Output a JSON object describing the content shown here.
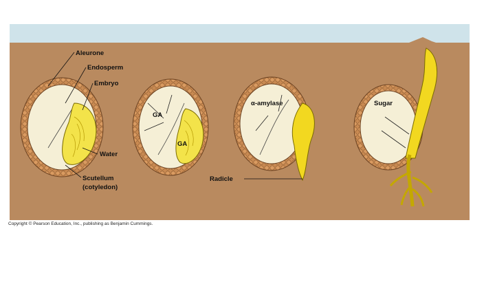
{
  "colors": {
    "sky": "#cfe3ea",
    "soil": "#b98a5f",
    "seed_coat": "#c98a52",
    "endosperm": "#f5efd6",
    "embryo": "#f3e34a",
    "root": "#f2d820"
  },
  "labels": {
    "aleurone": "Aleurone",
    "endosperm": "Endosperm",
    "embryo": "Embryo",
    "water": "Water",
    "scutellum_line1": "Scutellum",
    "scutellum_line2": "(cotyledon)",
    "ga_1": "GA",
    "ga_2": "GA",
    "alpha_amylase": "α-amylase",
    "radicle": "Radicle",
    "sugar": "Sugar"
  },
  "copyright": "Copyright © Pearson Education, Inc., publishing as Benjamin Cummings."
}
